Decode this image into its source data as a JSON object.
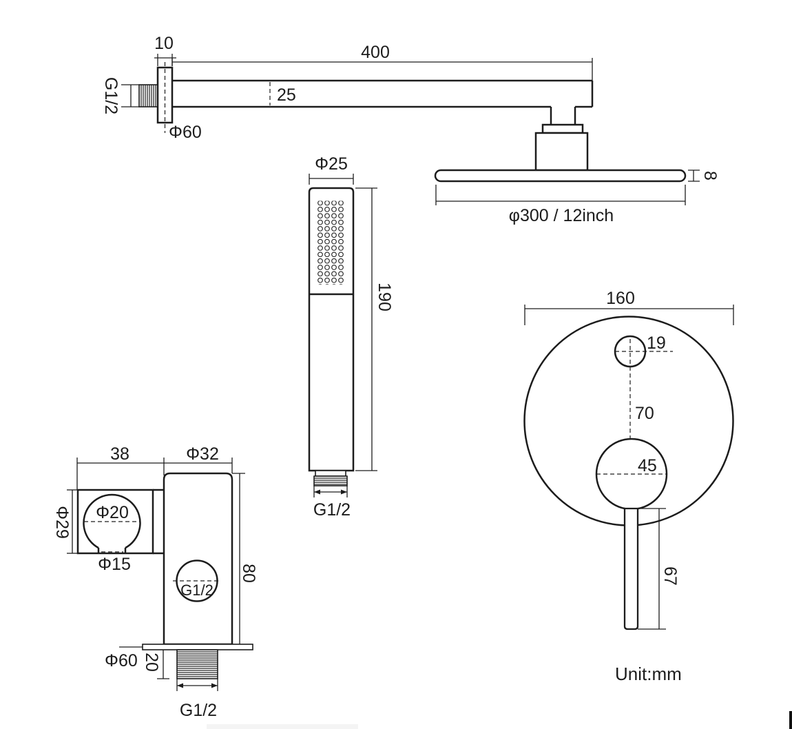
{
  "drawing": {
    "unit_label": "Unit:mm",
    "colors": {
      "line": "#1c1c1c",
      "background": "#ffffff"
    },
    "shower_arm": {
      "flange_width": "10",
      "length": "400",
      "bar_height": "25",
      "wall_thread": "G1/2",
      "escutcheon_diameter": "Φ60"
    },
    "overhead_shower": {
      "thickness": "8",
      "diameter": "φ300 / 12inch"
    },
    "hand_shower": {
      "diameter": "Φ25",
      "length": "190",
      "thread": "G1/2"
    },
    "mixer": {
      "plate_diameter": "160",
      "cartridge_hole": "19",
      "hole_distance": "70",
      "knob_diameter": "45",
      "handle_length": "67"
    },
    "outlet_holder": {
      "holder_depth": "38",
      "body_diameter": "Φ32",
      "ring_outer": "Φ29",
      "ring_inner": "Φ20",
      "ring_opening": "Φ15",
      "side_thread": "G1/2",
      "body_height": "80",
      "escutcheon_diameter": "Φ60",
      "thread_length": "20",
      "bottom_thread": "G1/2"
    }
  }
}
